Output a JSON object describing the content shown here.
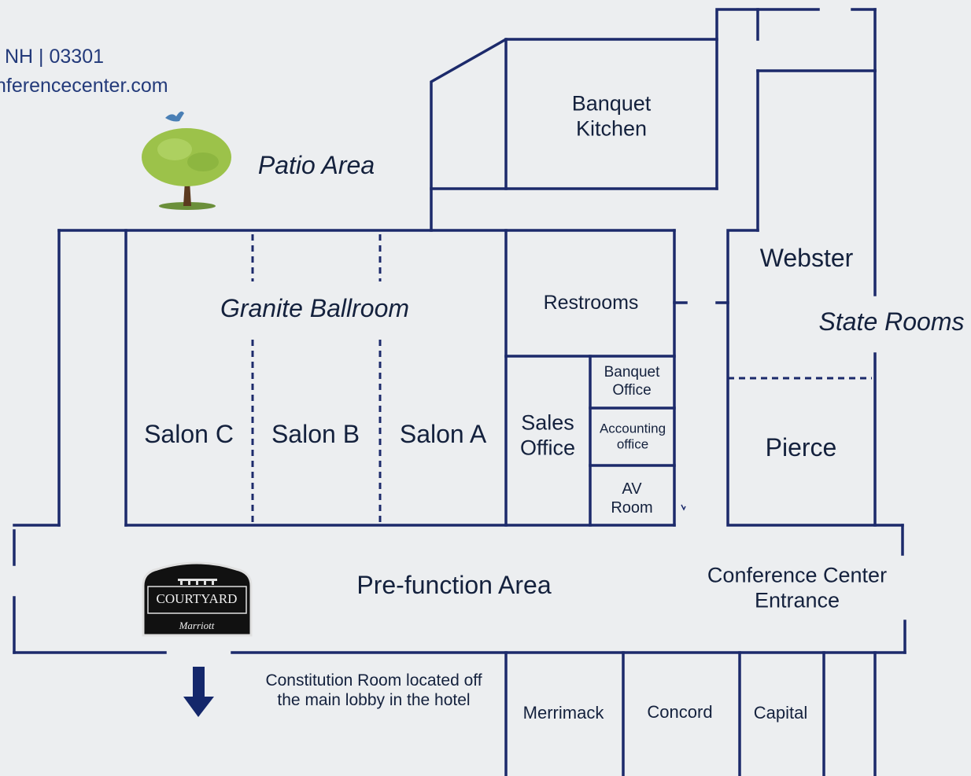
{
  "header": {
    "address_line": "NH | 03301",
    "website": "nferencecenter.com"
  },
  "rooms": {
    "banquet_kitchen": [
      "Banquet",
      "Kitchen"
    ],
    "patio_area": "Patio Area",
    "granite_ballroom": "Granite Ballroom",
    "salon_c": "Salon C",
    "salon_b": "Salon B",
    "salon_a": "Salon A",
    "restrooms": "Restrooms",
    "sales_office": [
      "Sales",
      "Office"
    ],
    "banquet_office": [
      "Banquet",
      "Office"
    ],
    "accounting_office": [
      "Accounting",
      "office"
    ],
    "av_room": [
      "AV",
      "Room"
    ],
    "webster": "Webster",
    "state_rooms": "State Rooms",
    "pierce": "Pierce",
    "prefunction_area": "Pre-function Area",
    "conference_center_entrance": [
      "Conference Center",
      "Entrance"
    ],
    "constitution_note": [
      "Constitution Room located off",
      "the main lobby in the hotel"
    ],
    "merrimack": "Merrimack",
    "concord": "Concord",
    "capital": "Capital"
  },
  "logo": {
    "brand": "COURTYARD",
    "sub": "Marriott"
  },
  "colors": {
    "wall": "#1c2a6b",
    "text": "#14213d",
    "header_text": "#233a7a",
    "background": "#eceef0",
    "tree_foliage": "#9cc24a",
    "tree_trunk": "#5b3a1f",
    "arrow": "#14276b",
    "logo_bg": "#111111"
  },
  "icons": [
    "tree-icon",
    "bird-icon",
    "down-arrow-icon",
    "courtyard-logo"
  ]
}
